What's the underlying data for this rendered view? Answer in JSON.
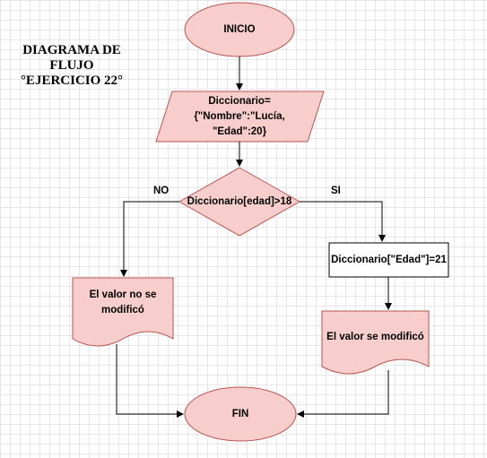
{
  "title": {
    "line1": "DIAGRAMA DE",
    "line2": "FLUJO",
    "line3": "°EJERCICIO 22°"
  },
  "nodes": {
    "start": "INICIO",
    "input": "Diccionario={\"Nombre\":\"Lucía, \"Edad\":20}",
    "decision": "Diccionario[edad]>18",
    "assign": "Diccionario[\"Edad\"]=21",
    "output_no": "El valor no se modificó",
    "output_yes": "El valor se modificó",
    "end": "FIN"
  },
  "branches": {
    "no": "NO",
    "yes": "SI"
  },
  "colors": {
    "fill": "#f8cecc",
    "stroke": "#b85450",
    "line": "#000000",
    "grid": "#e6e6e6"
  }
}
